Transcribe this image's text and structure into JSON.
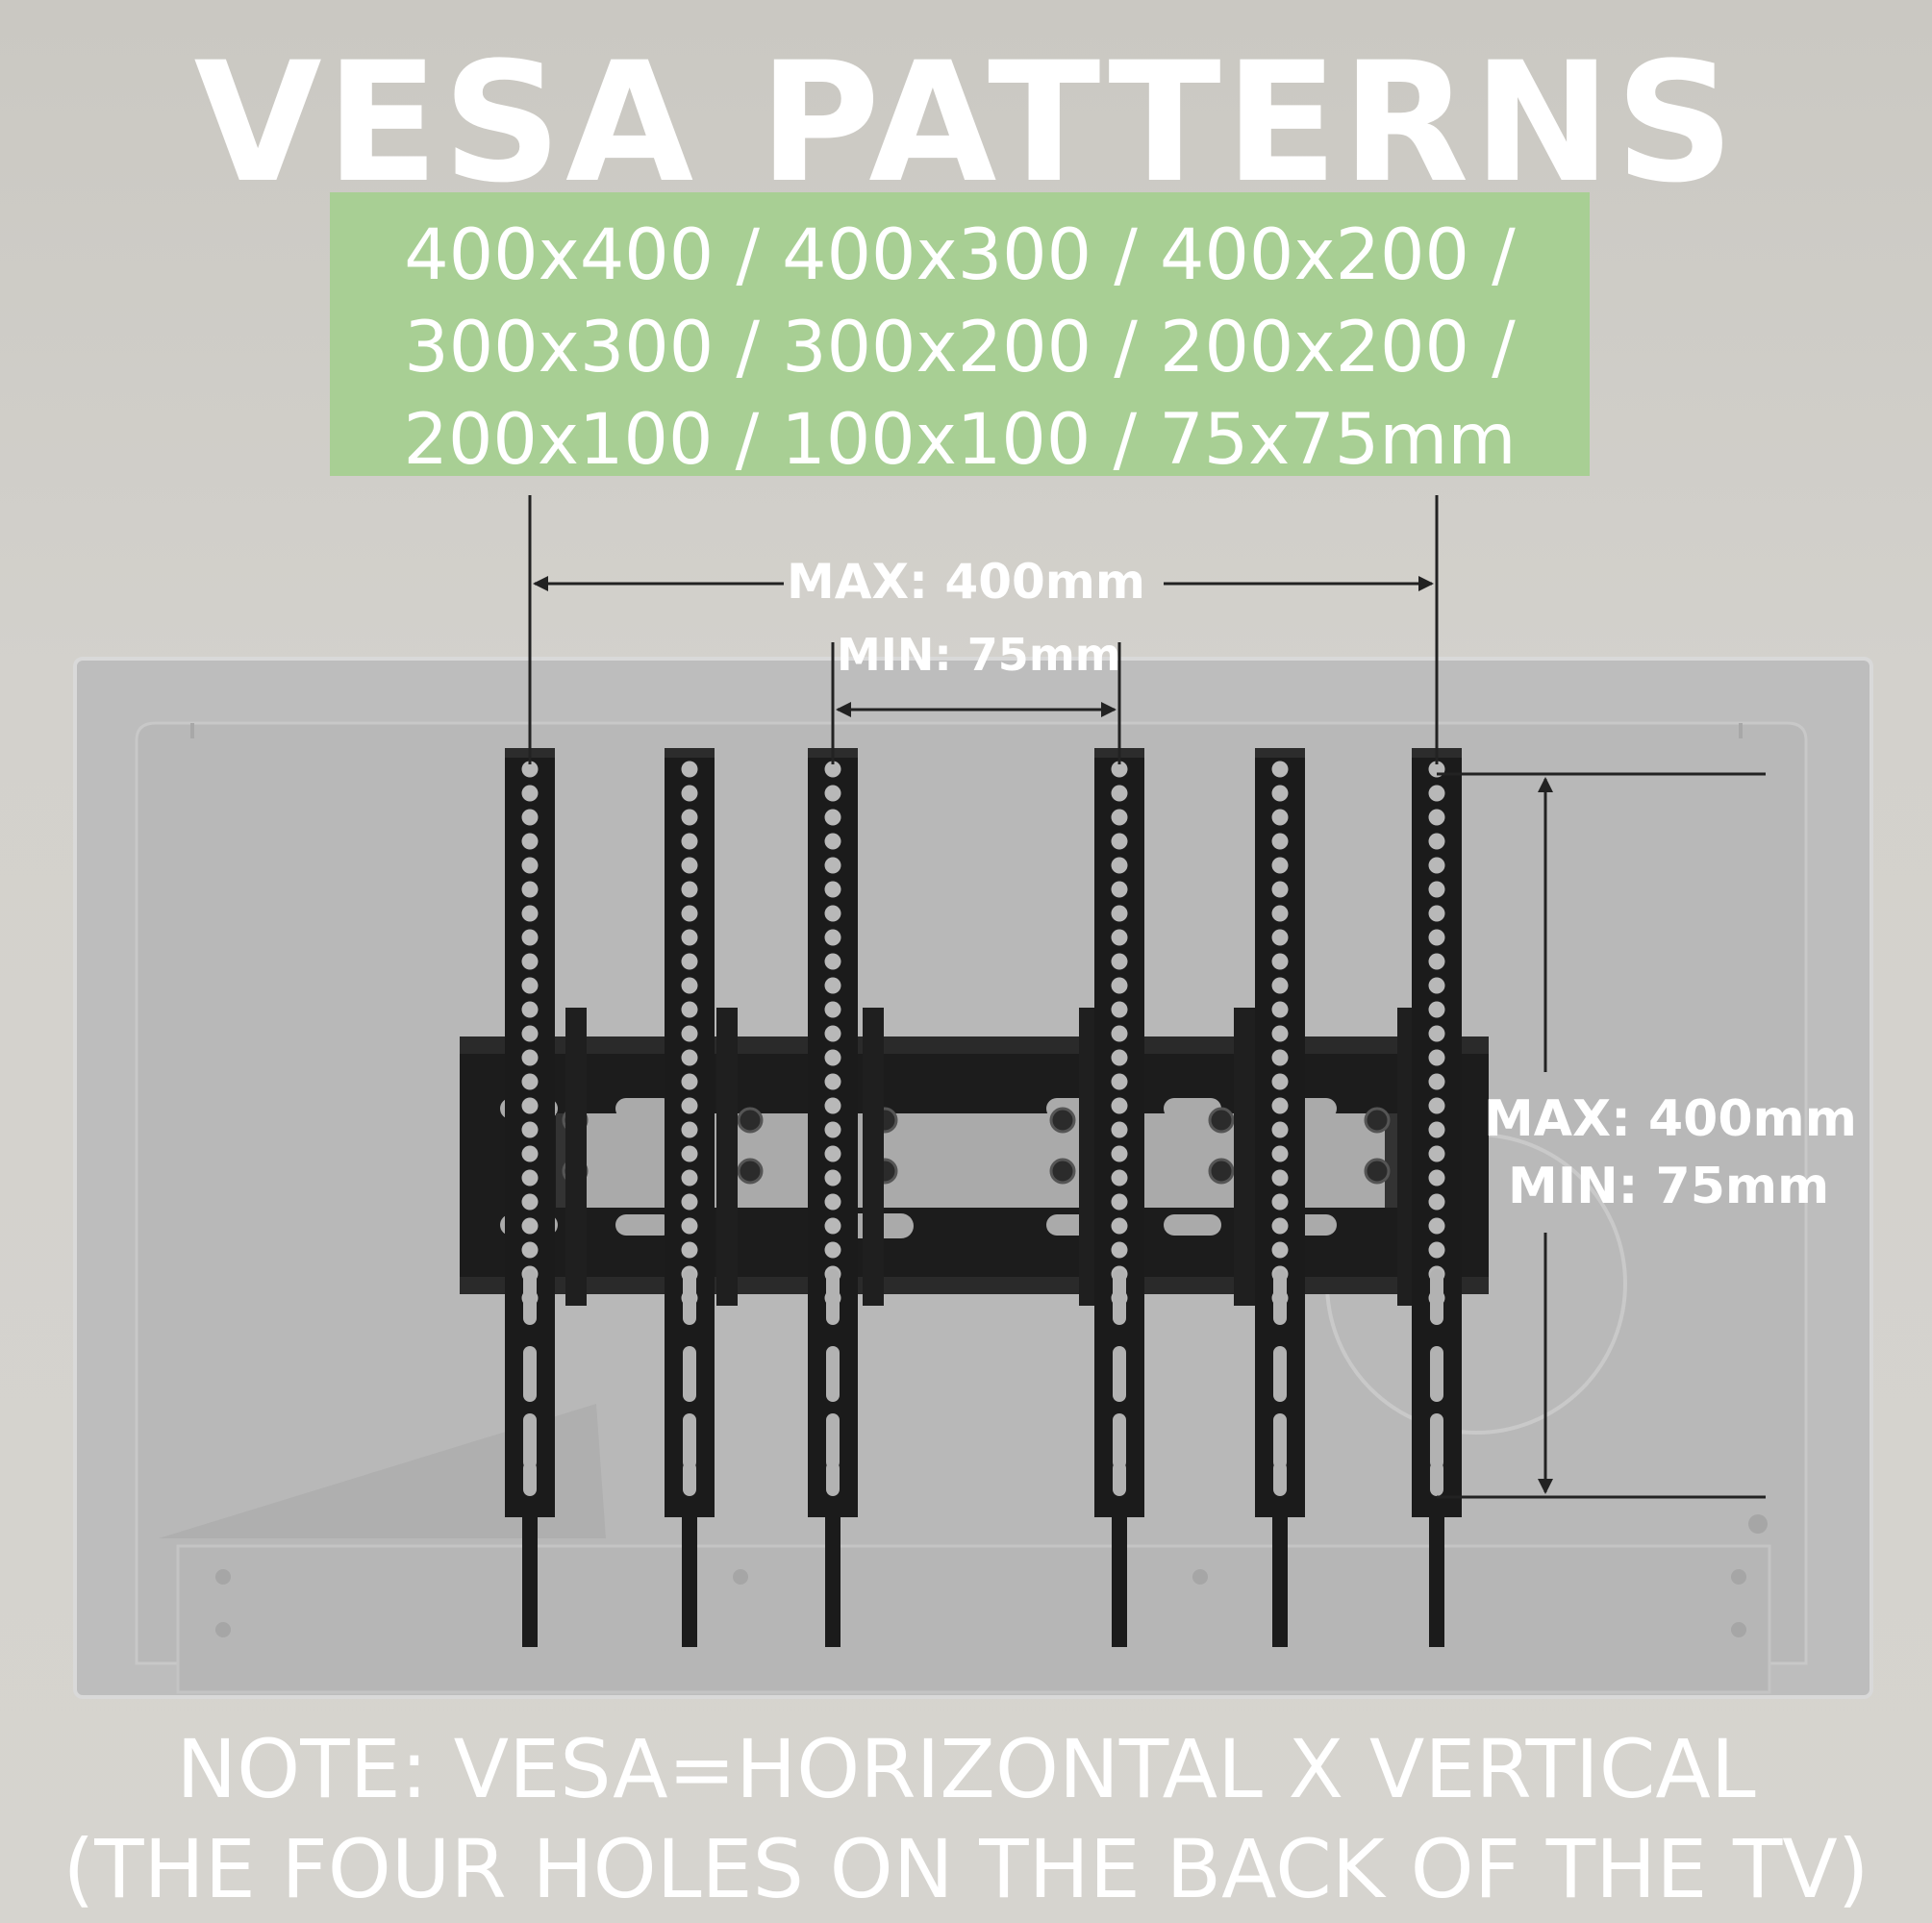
{
  "title": "VESA PATTERNS",
  "vesa_patterns": {
    "line1": "400x400 / 400x300 / 400x200 /",
    "line2": "300x300 / 300x200 / 200x200 /",
    "line3": "200x100 / 100x100 / 75x75mm"
  },
  "horizontal_dimension": {
    "max_label": "MAX: 400mm",
    "min_label": "MIN: 75mm"
  },
  "vertical_dimension": {
    "max_label": "MAX: 400mm",
    "min_label": "MIN: 75mm"
  },
  "note": {
    "line1": "NOTE: VESA=HORIZONTAL X VERTICAL",
    "line2": "(THE FOUR HOLES ON THE BACK OF THE TV)"
  },
  "colors": {
    "background": "#d4d2cd",
    "tv_panel": "#bdbdbd",
    "vesa_box": "#a8cf94",
    "mount_metal": "#1b1b1b",
    "text": "#ffffff",
    "dimension_line": "#222222"
  }
}
